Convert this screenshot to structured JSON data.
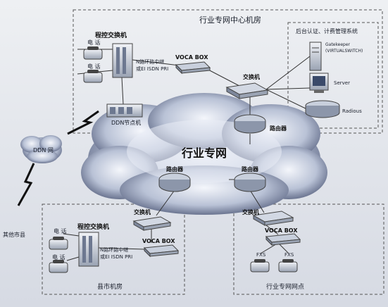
{
  "rooms": {
    "center": "行业专网中心机房",
    "backend": "后台认证、计费管理系统",
    "county": "县市机房",
    "branch": "行业专网网点"
  },
  "cloud": {
    "main": "行业专网",
    "ddn": "DDN 网"
  },
  "devices": {
    "phone": "电 话",
    "pbx": "程控交换机",
    "trunk_line1": "N路环路中继",
    "trunk_line2": "或EI  ISDN  PRI",
    "voca": "VOCA BOX",
    "switch": "交换机",
    "router": "路由器",
    "ddn_node": "DDN节点机",
    "gatekeeper_line1": "Gatekeeper",
    "gatekeeper_line2": "(VIRTUALSWITCH)",
    "server": "Server",
    "radius": "Radious",
    "fxs": "FXS",
    "other_county": "其他市县"
  }
}
